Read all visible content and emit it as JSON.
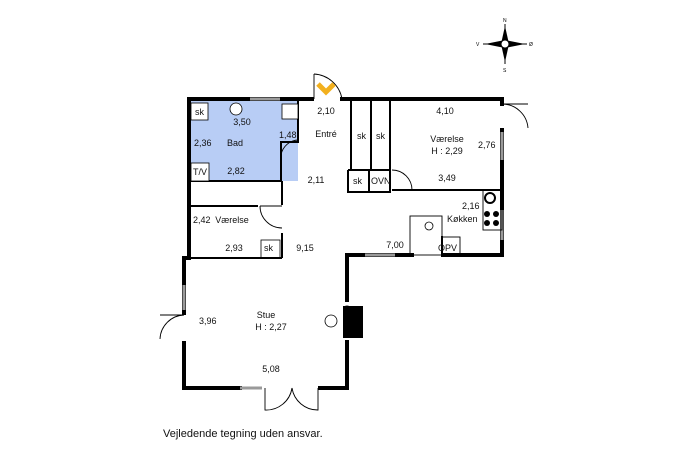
{
  "colors": {
    "wall": "#000000",
    "bathroom_fill": "#b8cdf5",
    "entry_marker": "#f2b01e",
    "window": "#9a9a9a"
  },
  "compass": {
    "n": "N",
    "s": "S",
    "e": "Ø",
    "w": "V"
  },
  "rooms": {
    "bath": {
      "name": "Bad",
      "w": "3,50",
      "h": "2,36",
      "bottom": "2,82",
      "side": "1,48",
      "sk": "sk",
      "tv": "T/V"
    },
    "entry": {
      "name": "Entré",
      "top": "2,10",
      "depth": "2,11",
      "sk1": "sk",
      "sk2": "sk"
    },
    "bed_right": {
      "name": "Værelse",
      "height": "H : 2,29",
      "w": "4,10",
      "h": "2,76",
      "bottom": "3,49"
    },
    "utility": {
      "sk": "sk",
      "ovn": "OVN"
    },
    "kitchen": {
      "name": "Køkken",
      "w": "2,16",
      "length": "7,00",
      "opv": "OPV"
    },
    "bed_left": {
      "name": "Værelse",
      "w": "2,42",
      "bottom": "2,93",
      "sk": "sk",
      "corridor": "9,15"
    },
    "living": {
      "name": "Stue",
      "height": "H : 2,27",
      "side": "3,96",
      "bottom": "5,08"
    }
  },
  "caption": "Vejledende tegning uden ansvar."
}
